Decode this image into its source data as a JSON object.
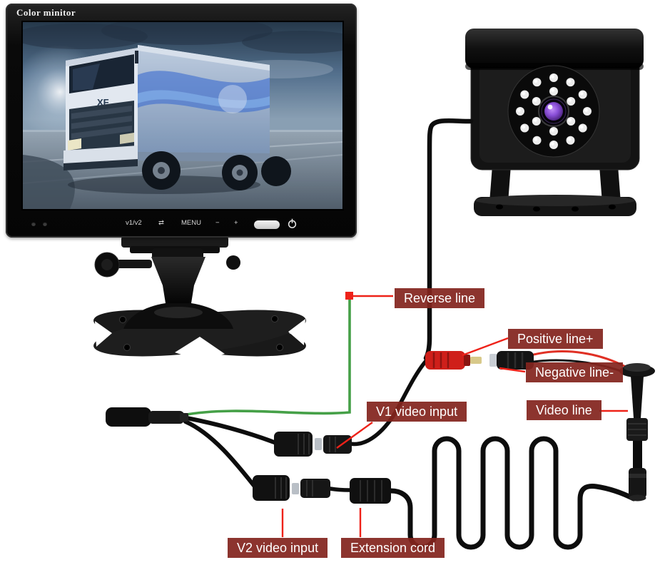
{
  "monitor": {
    "brand_label": "Color minitor",
    "screen_badge": "XF",
    "buttons": {
      "channel": "v1/v2",
      "loop": "⇄",
      "menu": "MENU",
      "minus": "−",
      "plus": "+"
    }
  },
  "callouts": {
    "reverse_line": "Reverse line",
    "positive_line": "Positive line+",
    "negative_line": "Negative line-",
    "video_line": "Video line",
    "v1_video_input": "V1 video input",
    "v2_video_input": "V2 video input",
    "extension_cord": "Extension cord"
  },
  "colors": {
    "background": "#ffffff",
    "callout_background": "#83251e",
    "callout_text": "#ffffff",
    "pointer_red": "#ee2219",
    "reverse_wire_green": "#45a047",
    "power_connector_red": "#cf1f1a",
    "lens_iris_purple": "#8a4fd8"
  }
}
